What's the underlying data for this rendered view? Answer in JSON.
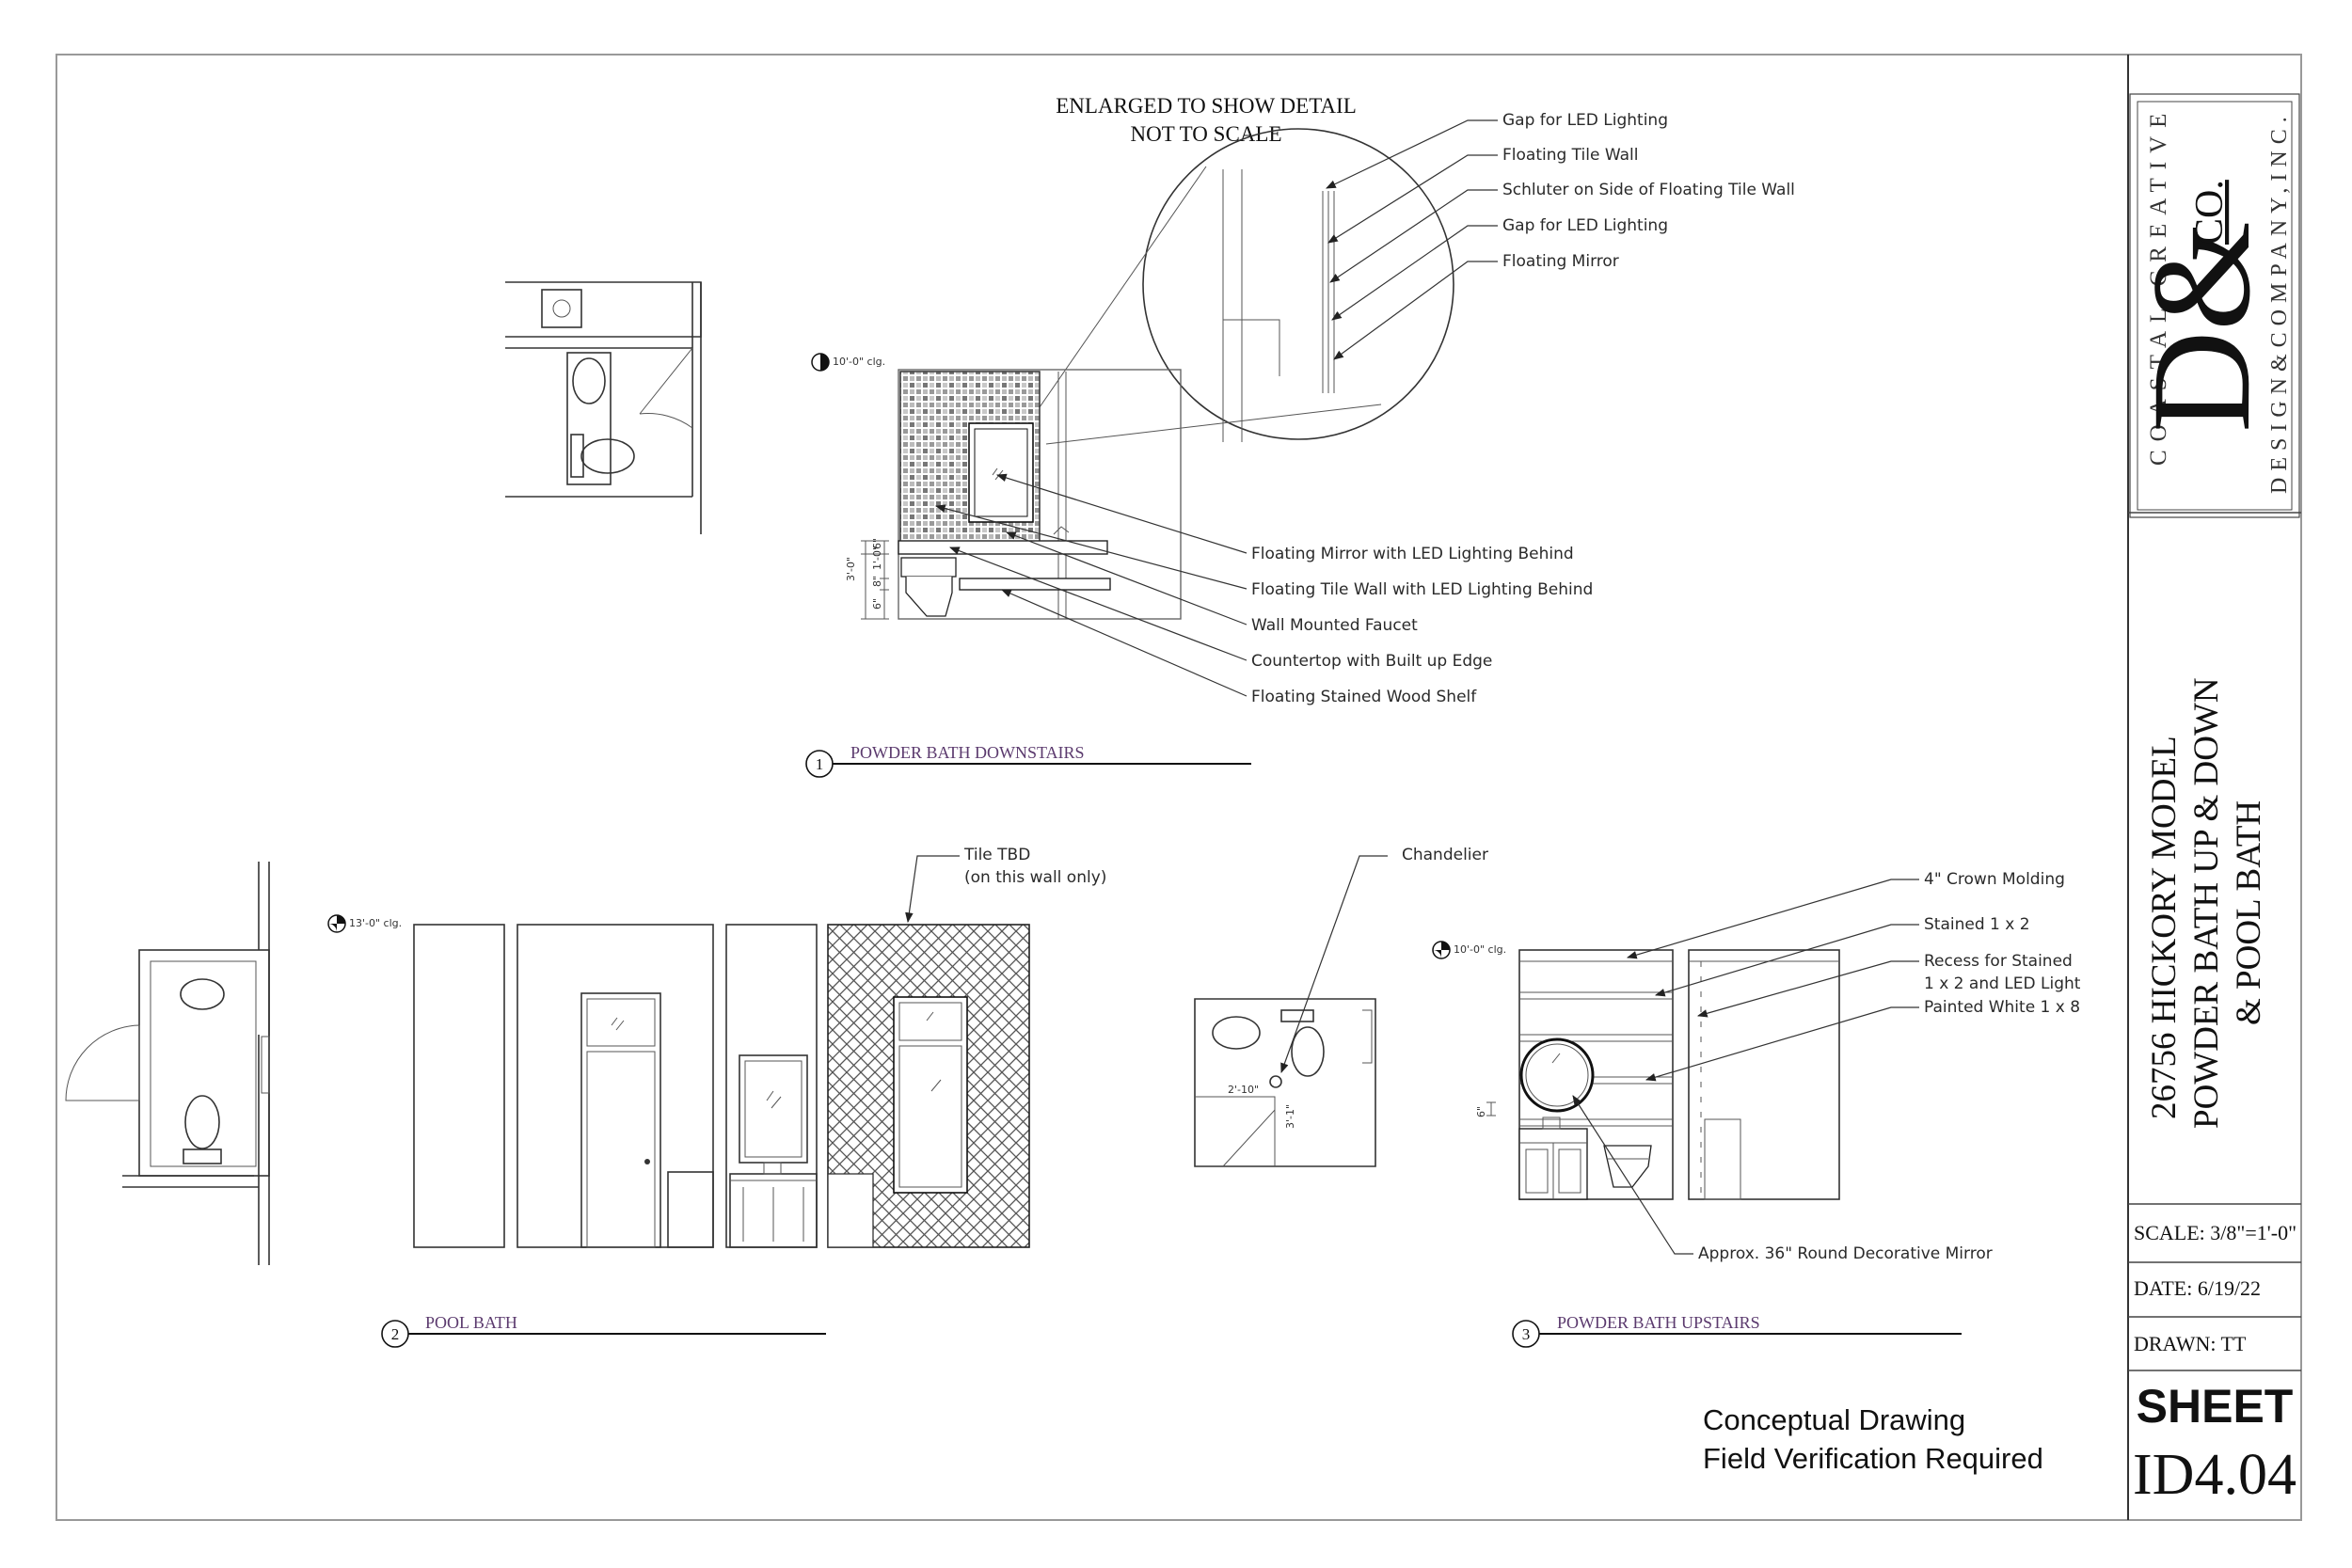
{
  "header_note": {
    "line1": "ENLARGED TO SHOW DETAIL",
    "line2": "NOT TO SCALE"
  },
  "detail_callouts": [
    "Gap for LED Lighting",
    "Floating Tile Wall",
    "Schluter on Side of Floating Tile Wall",
    "Gap for LED Lighting",
    "Floating Mirror"
  ],
  "view1": {
    "number": "1",
    "title": "POWDER BATH DOWNSTAIRS",
    "ceiling": "10'-0\" clg.",
    "dims": [
      "3'-0\"",
      "6\"",
      "1'-0\"",
      "8\"",
      "6\""
    ],
    "callouts": [
      "Floating Mirror with LED Lighting Behind",
      "Floating Tile Wall with LED Lighting Behind",
      "Wall Mounted Faucet",
      "Countertop with Built up Edge",
      "Floating Stained Wood Shelf"
    ]
  },
  "view2": {
    "number": "2",
    "title": "POOL BATH",
    "ceiling": "13'-0\" clg.",
    "tile_note_1": "Tile TBD",
    "tile_note_2": "(on this wall only)"
  },
  "view3": {
    "number": "3",
    "title": "POWDER BATH UPSTAIRS",
    "ceiling": "10'-0\" clg.",
    "chandelier": "Chandelier",
    "plan_dims": [
      "2'-10\"",
      "3'-1\""
    ],
    "side_dim": "6\"",
    "callouts": [
      "4\" Crown Molding",
      "Stained 1 x 2",
      "Recess for Stained",
      "1 x 2 and LED Light",
      "Painted White 1 x 8"
    ],
    "mirror_note": "Approx. 36\" Round Decorative Mirror"
  },
  "footer_note": {
    "line1": "Conceptual Drawing",
    "line2": "Field Verification Required"
  },
  "title_block": {
    "brand_top": "COASTAL CREATIVE",
    "brand_mark": "D&",
    "brand_co": "CO.",
    "brand_bottom": "DESIGN&COMPANY,INC.",
    "project_line1": "26756 HICKORY MODEL",
    "project_line2": "POWDER BATH UP & DOWN",
    "project_line3": "& POOL BATH",
    "scale": "SCALE: 3/8\"=1'-0\"",
    "date": "DATE: 6/19/22",
    "drawn": "DRAWN: TT",
    "sheet_label": "SHEET",
    "sheet_number": "ID4.04"
  }
}
